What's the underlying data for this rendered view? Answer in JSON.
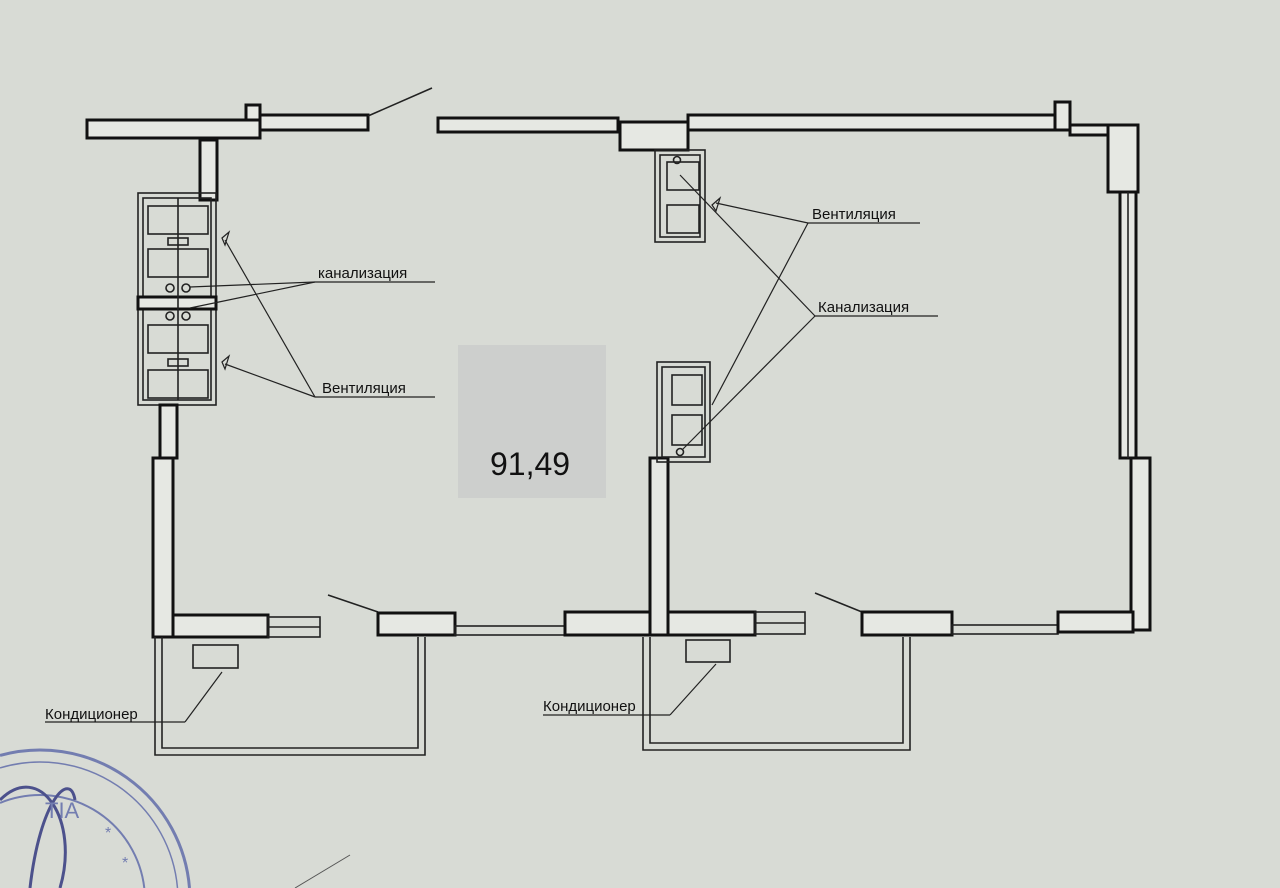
{
  "plan": {
    "area_label": "91,49",
    "labels": {
      "sewage_left": "канализация",
      "ventilation_left": "Вентиляция",
      "ventilation_right": "Вентиляция",
      "sewage_right": "Канализация",
      "ac_left": "Кондиционер",
      "ac_right": "Кондиционер"
    },
    "stamp_text": "ТІА"
  }
}
